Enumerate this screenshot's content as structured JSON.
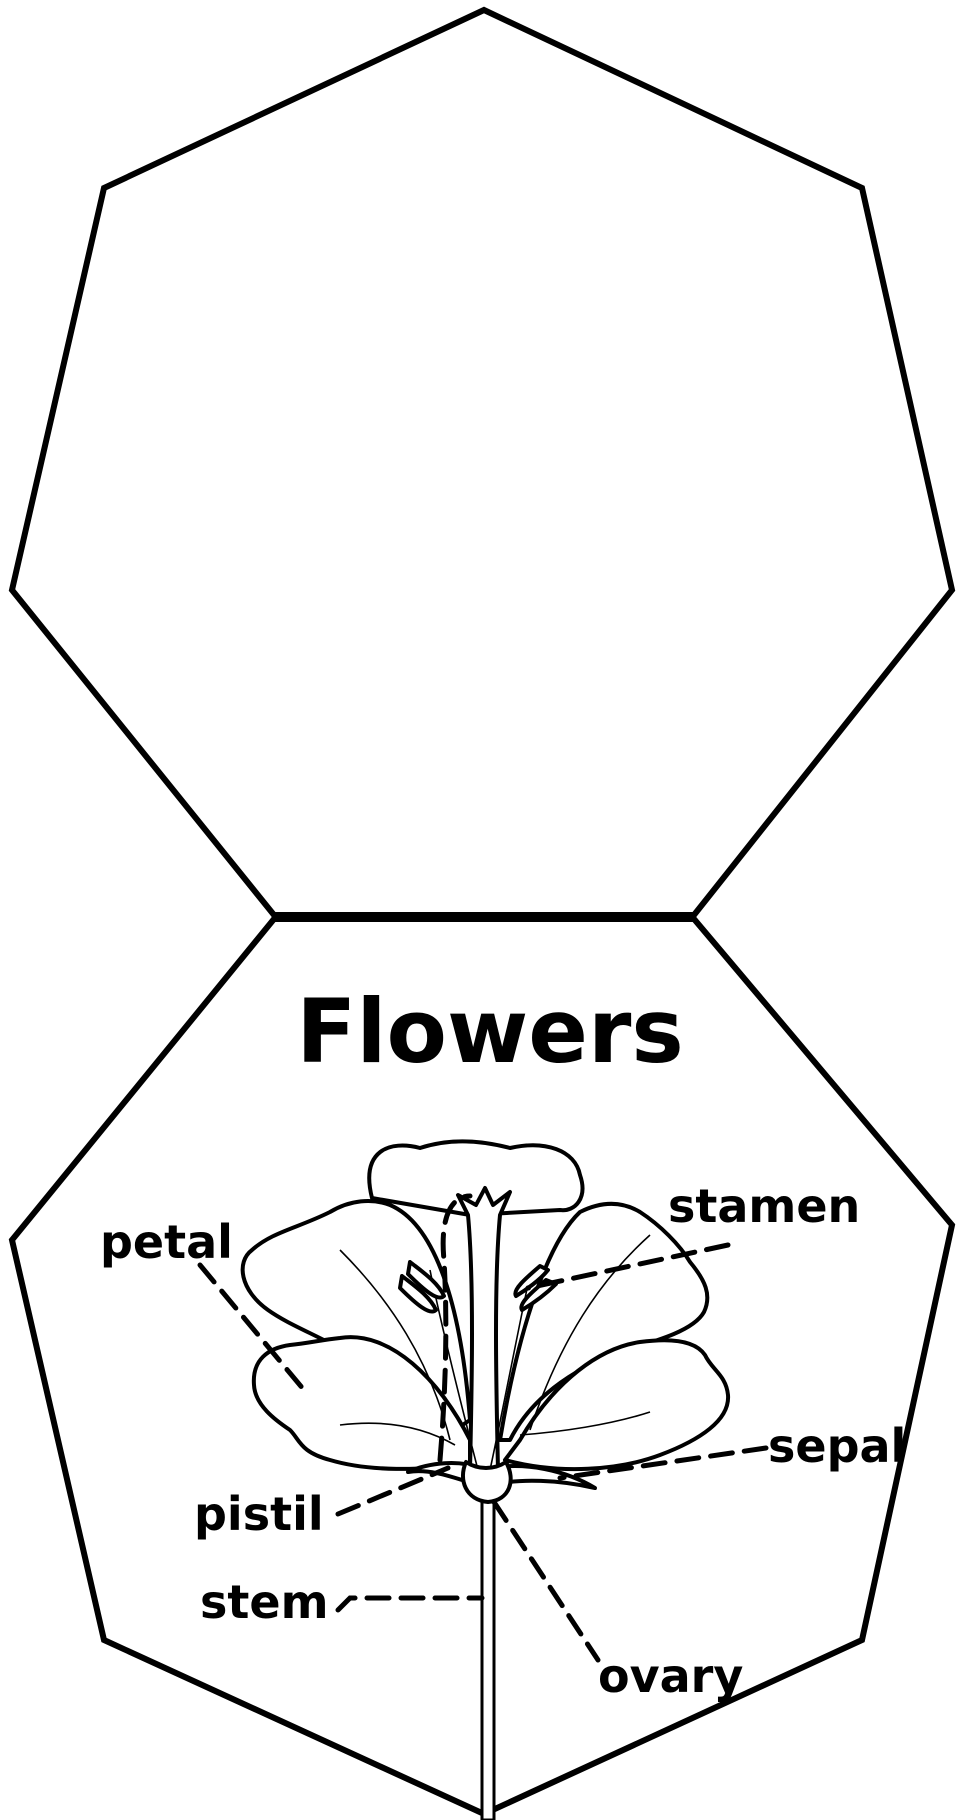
{
  "title": "Flowers",
  "labels": {
    "petal": "petal",
    "stamen": "stamen",
    "sepal": "sepal",
    "pistil": "pistil",
    "stem": "stem",
    "ovary": "ovary"
  }
}
